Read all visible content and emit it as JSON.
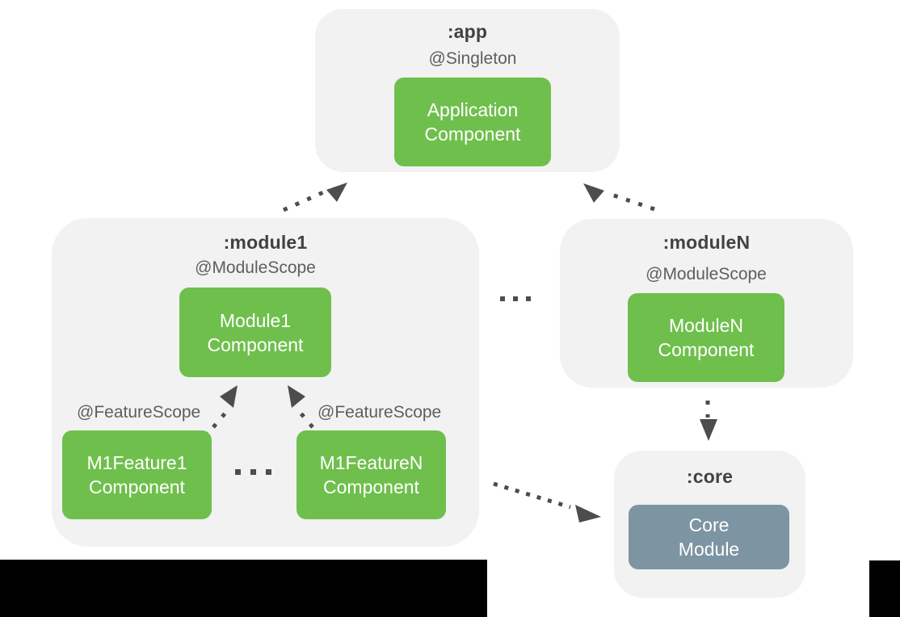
{
  "containers": {
    "app": {
      "title": ":app",
      "scope": "@Singleton"
    },
    "module1": {
      "title": ":module1",
      "scope": "@ModuleScope",
      "feature_scope_left": "@FeatureScope",
      "feature_scope_right": "@FeatureScope"
    },
    "moduleN": {
      "title": ":moduleN",
      "scope": "@ModuleScope"
    },
    "core": {
      "title": ":core"
    }
  },
  "components": {
    "application": "Application\nComponent",
    "module1": "Module1\nComponent",
    "m1feature1": "M1Feature1\nComponent",
    "m1featureN": "M1FeatureN\nComponent",
    "moduleN": "ModuleN\nComponent",
    "core": "Core\nModule"
  },
  "colors": {
    "accent_green": "#6FBF4D",
    "core_slate": "#7D95A3",
    "container_bg": "#F2F2F2",
    "arrow_gray": "#4D4D4D",
    "title_text": "#414141",
    "label_text": "#5E5E5E",
    "box_text": "#FFFFFF",
    "black_bar": "#000000"
  }
}
